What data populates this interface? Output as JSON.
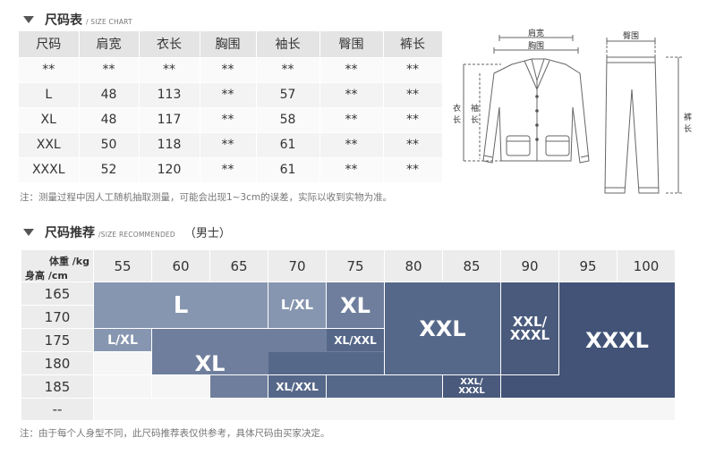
{
  "chart_section": {
    "title": "尺码表",
    "subtitle": "/ SIZE CHART",
    "headers": [
      "尺码",
      "肩宽",
      "衣长",
      "胸围",
      "袖长",
      "臀围",
      "裤长"
    ],
    "rows": [
      [
        "**",
        "**",
        "**",
        "**",
        "**",
        "**",
        "**"
      ],
      [
        "L",
        "48",
        "113",
        "**",
        "57",
        "**",
        "**"
      ],
      [
        "XL",
        "48",
        "117",
        "**",
        "58",
        "**",
        "**"
      ],
      [
        "XXL",
        "50",
        "118",
        "**",
        "61",
        "**",
        "**"
      ],
      [
        "XXXL",
        "52",
        "120",
        "**",
        "61",
        "**",
        "**"
      ]
    ],
    "note": "注：测量过程中因人工随机抽取测量，可能会出现1~3cm的误差，实际以收到实物为准。"
  },
  "diagram": {
    "labels": {
      "shoulder": "肩宽",
      "chest": "胸围",
      "length_1": "衣",
      "length_2": "长",
      "sleeve_1": "袖",
      "sleeve_2": "长",
      "hip": "臀围",
      "pants_1": "裤",
      "pants_2": "长"
    }
  },
  "recommend_section": {
    "title": "尺码推荐",
    "subtitle": "/SIZE RECOMMENDED",
    "extra": "（男士）",
    "weight_label": "体重 /kg",
    "height_label": "身高 /cm",
    "weights": [
      "55",
      "60",
      "65",
      "70",
      "75",
      "80",
      "85",
      "90",
      "95",
      "100"
    ],
    "heights": [
      "165",
      "170",
      "175",
      "180",
      "185",
      "--"
    ],
    "zones": {
      "l": "L",
      "l_xl_top": "L/XL",
      "xl_top": "XL",
      "xxl": "XXL",
      "xxl_xxxl_top_1": "XXL/",
      "xxl_xxxl_top_2": "XXXL",
      "xxxl": "XXXL",
      "l_xl_mid": "L/XL",
      "xl_mid": "XL",
      "xl_xxl_small": "XL/XXL",
      "xl_xxl_bottom": "XL/XXL",
      "xxl_xxxl_bottom_1": "XXL/",
      "xxl_xxxl_bottom_2": "XXXL"
    },
    "colors": {
      "light": "#8796b0",
      "mid": "#6f7e9c",
      "dark": "#566889",
      "darker": "#4a5a7c",
      "darkest": "#425377"
    },
    "note": "注：由于每个人身型不同，此尺码推荐表仅供参考，具体尺码由买家决定。"
  }
}
